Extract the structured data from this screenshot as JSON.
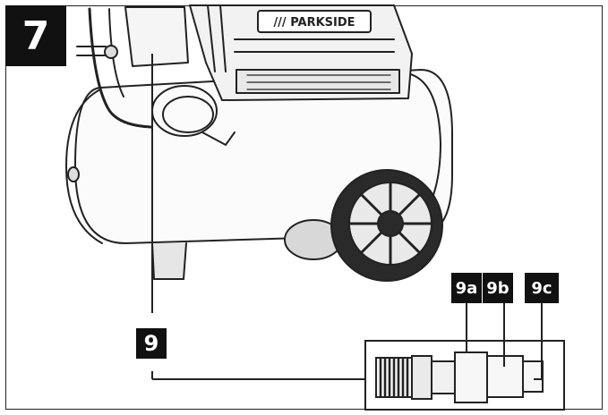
{
  "figure": {
    "number": "7"
  },
  "product": {
    "brand_label": "/// PARKSIDE"
  },
  "callouts": {
    "part": "9",
    "sub_a": "9a",
    "sub_b": "9b",
    "sub_c": "9c"
  }
}
